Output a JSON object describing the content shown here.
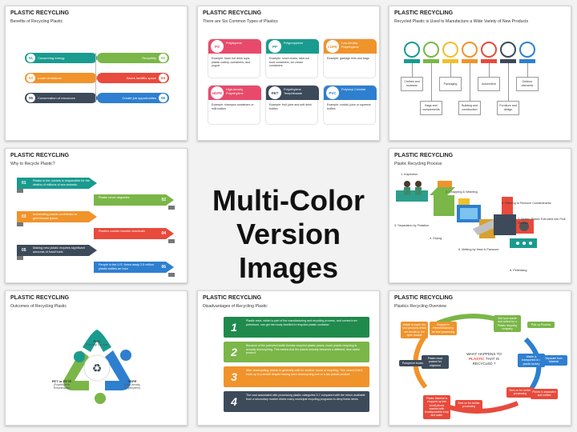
{
  "center": {
    "line1": "Multi-Color",
    "line2": "Version Images"
  },
  "slides": [
    {
      "title": "PLASTIC RECYCLING",
      "subtitle": "Benefits of Recycling Plastic",
      "items": [
        {
          "num": "01",
          "text": "Conserving energy",
          "color": "#1a9b8f"
        },
        {
          "num": "02",
          "text": "Recyclility",
          "color": "#7ab648"
        },
        {
          "num": "03",
          "text": "Lower emissions",
          "color": "#f0932b"
        },
        {
          "num": "04",
          "text": "Saves landfills space",
          "color": "#e84a3c"
        },
        {
          "num": "05",
          "text": "Conservation of resources",
          "color": "#3c4a5a"
        },
        {
          "num": "06",
          "text": "Create job opportunities",
          "color": "#2e7fd0"
        }
      ]
    },
    {
      "title": "PLASTIC RECYCLING",
      "subtitle": "There are Six Common Types of Plastics",
      "items": [
        {
          "code": "PS",
          "name": "Polystyrene",
          "text": "Example: foam hot drink cups, plastic cutlery, containers, and yogurt",
          "color": "#e84a6b"
        },
        {
          "code": "PP",
          "name": "Polypropylene",
          "text": "Example: lunch boxes, take-out food containers, ice cream containers",
          "color": "#1a9b8f"
        },
        {
          "code": "LDPE",
          "name": "Low-density Polyethylene",
          "text": "Example: garbage bins and bags",
          "color": "#f0932b"
        },
        {
          "code": "HDPE",
          "name": "High-density Polyethylene",
          "text": "Example: shampoo containers or milk bottles",
          "color": "#e84a6b"
        },
        {
          "code": "PET",
          "name": "Polyethylene Terephthalate",
          "text": "Example: fruit juice and soft drink bottles",
          "color": "#3c4a5a"
        },
        {
          "code": "PVC",
          "name": "Polyvinyl Chloride",
          "text": "Example: cordial, juice or squeeze bottles",
          "color": "#2e7fd0"
        }
      ]
    },
    {
      "title": "PLASTIC RECYCLING",
      "subtitle": "Recycled Plastic is Used to Manufacture a Wide Variety of New Products",
      "products": [
        "Clothes and footwear",
        "Bags and complements",
        "Packaging",
        "Building and construction",
        "Automotive",
        "Furniture and design",
        "Outdoor elements"
      ],
      "colors": [
        "#1a9b8f",
        "#7ab648",
        "#f0c02b",
        "#f0932b",
        "#e84a3c",
        "#3c4a5a",
        "#2e7fd0"
      ]
    },
    {
      "title": "PLASTIC RECYCLING",
      "subtitle": "Why to Recycle Plastic?",
      "items": [
        {
          "num": "01",
          "text": "Plastic in the oceans is responsible for the deaths of millions of sea animals.",
          "color": "#1a9b8f"
        },
        {
          "num": "02",
          "text": "Plastic never degrades",
          "color": "#7ab648"
        },
        {
          "num": "03",
          "text": "Incinerating plastic contributes to greenhouse gases",
          "color": "#f0932b"
        },
        {
          "num": "04",
          "text": "Plastics contain harmful chemicals",
          "color": "#e84a3c"
        },
        {
          "num": "05",
          "text": "Making new plastic requires significant amounts of fossil fuels",
          "color": "#3c4a5a"
        },
        {
          "num": "06",
          "text": "People in the U.S. throw away 2.5 million plastic bottles an hour",
          "color": "#2e7fd0"
        }
      ]
    },
    {
      "title": "PLASTIC RECYCLING",
      "subtitle": "Plastic Recycling Process",
      "steps": [
        "1. Inspection",
        "2. Chopping & Washing",
        "3. Separation by Flotation",
        "4. Drying",
        "5. Melting by Heat & Pressure",
        "6. Filtering to Remove Contaminants",
        "7. Molten Plastic Extruded into Fine Strands",
        "8. Pelletizing"
      ]
    },
    {
      "title": "PLASTIC RECYCLING",
      "subtitle": "Outcomes of Recycling Plastic",
      "outcomes": [
        {
          "name": "PVC",
          "sub": "(Polyvinyl Chloride)"
        },
        {
          "name": "PET or PETE",
          "sub": "(Polyethylene Terephthalate)"
        },
        {
          "name": "HDPE",
          "sub": "(High-density Polyethylene)"
        }
      ]
    },
    {
      "title": "PLASTIC RECYCLING",
      "subtitle": "Disadvantages of Recycling Plastic",
      "items": [
        {
          "num": "1",
          "text": "Plastic resin, which is part of the manufacturing and recycling process, and comes from petroleum, can get into body dwelled to recycled plastic container",
          "color": "#1f8a4c"
        },
        {
          "num": "2",
          "text": "Because of the potential health threats recycled plastic poses, much plastic recycling is actually downcycling. This means that the plastic actually becomes a different, less useful product",
          "color": "#7ab648"
        },
        {
          "num": "3",
          "text": "After downcycling, plastic is generally unfit for another round of recycling. This means that it ends up in a landfill despite having been downcycling one or a two plastic product",
          "color": "#f0932b"
        },
        {
          "num": "4",
          "text": "The cost associated with processing plastic categories 3-7 compared with the return available from a secondary market drives many municipal recycling programs to deny these items",
          "color": "#3c4a5a"
        }
      ]
    },
    {
      "title": "PLASTIC RECYCLING",
      "subtitle": "Plastics Recycling Overview",
      "question": {
        "pre": "WHAT HAPPENS TO",
        "mid": "PLASTIC",
        "post": "THAT IS RECYCLED ?"
      },
      "steps": [
        "Waste is made into new products which are resold on the open market",
        "Shipped to Remanufacturing for final processing",
        "Sort your waste and collect by a Plastic recycling company",
        "Pick up Process",
        "Waste is transported to a plastic factory",
        "Separate from Material",
        "Sent on for further processing",
        "Plastic is separated and melted",
        "Plastic Material is chopped up into small pieces washed with biodegradable soap and water",
        "Sent on for further processing",
        "Plastic bead packed for shipment",
        "Pumped in boxes"
      ]
    }
  ]
}
